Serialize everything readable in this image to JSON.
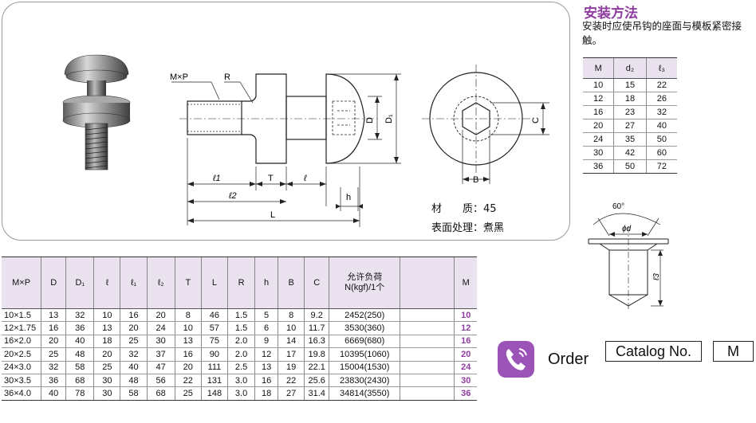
{
  "drawing": {
    "labels": {
      "mxp": "M×P",
      "r": "R",
      "d": "D",
      "d1": "D₁",
      "c": "C",
      "b": "B",
      "l1": "ℓ1",
      "t": "T",
      "l": "ℓ",
      "l2": "ℓ2",
      "h": "h",
      "L": "L"
    },
    "material": {
      "label": "材　　质：",
      "value": "45"
    },
    "surface": {
      "label": "表面处理：",
      "value": "煮黑"
    }
  },
  "install": {
    "title": "安装方法",
    "description": "安装时应使吊钩的座面与模板紧密接触。",
    "headers": [
      "M",
      "d₂",
      "ℓ₃"
    ],
    "rows": [
      [
        "10",
        "15",
        "22"
      ],
      [
        "12",
        "18",
        "26"
      ],
      [
        "16",
        "23",
        "32"
      ],
      [
        "20",
        "27",
        "40"
      ],
      [
        "24",
        "35",
        "50"
      ],
      [
        "30",
        "42",
        "60"
      ],
      [
        "36",
        "50",
        "72"
      ]
    ],
    "detail_labels": {
      "angle": "60°",
      "phid": "ϕd",
      "l3": "ℓ3"
    }
  },
  "spec_table": {
    "headers": [
      "M×P",
      "D",
      "D₁",
      "ℓ",
      "ℓ₁",
      "ℓ₂",
      "T",
      "L",
      "R",
      "h",
      "B",
      "C",
      "允许负荷\nN(kgf)/1个",
      "",
      "M"
    ],
    "rows": [
      [
        "10×1.5",
        "13",
        "32",
        "10",
        "16",
        "20",
        "8",
        "46",
        "1.5",
        "5",
        "8",
        "9.2",
        "2452(250)",
        "",
        "10"
      ],
      [
        "12×1.75",
        "16",
        "36",
        "13",
        "20",
        "24",
        "10",
        "57",
        "1.5",
        "6",
        "10",
        "11.7",
        "3530(360)",
        "",
        "12"
      ],
      [
        "16×2.0",
        "20",
        "40",
        "18",
        "25",
        "30",
        "13",
        "75",
        "2.0",
        "9",
        "14",
        "16.3",
        "6669(680)",
        "",
        "16"
      ],
      [
        "20×2.5",
        "25",
        "48",
        "20",
        "32",
        "37",
        "16",
        "90",
        "2.0",
        "12",
        "17",
        "19.8",
        "10395(1060)",
        "",
        "20"
      ],
      [
        "24×3.0",
        "32",
        "58",
        "25",
        "40",
        "47",
        "20",
        "111",
        "2.5",
        "13",
        "19",
        "22.1",
        "15004(1530)",
        "",
        "24"
      ],
      [
        "30×3.5",
        "36",
        "68",
        "30",
        "48",
        "56",
        "22",
        "131",
        "3.0",
        "16",
        "22",
        "25.6",
        "23830(2430)",
        "",
        "30"
      ],
      [
        "36×4.0",
        "40",
        "78",
        "30",
        "58",
        "68",
        "25",
        "148",
        "3.0",
        "18",
        "27",
        "31.4",
        "34814(3550)",
        "",
        "36"
      ]
    ]
  },
  "order": {
    "label": "Order",
    "catalog_label": "Catalog No.",
    "catalog_value": "M"
  },
  "colors": {
    "accent": "#8e3c9e",
    "header_bg": "#ebe2f0",
    "icon_bg": "#9b53b8"
  }
}
